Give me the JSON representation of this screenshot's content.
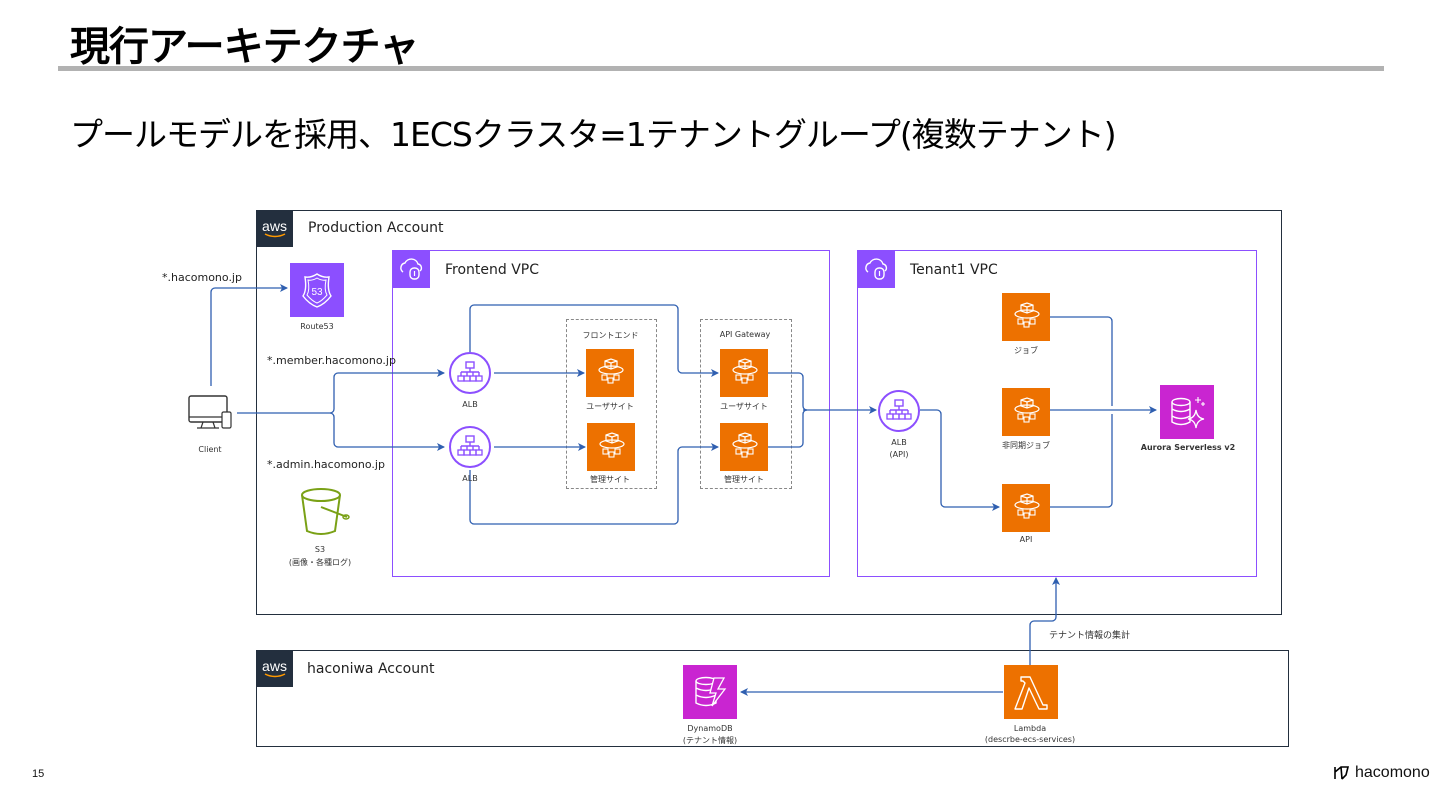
{
  "slide": {
    "title": "現行アーキテクチャ",
    "subtitle": "プールモデルを採用、1ECSクラスタ=1テナントグループ(複数テナント)",
    "page_number": "15",
    "brand": "hacomono"
  },
  "colors": {
    "account_border": "#232f3e",
    "vpc_purple": "#8c4fff",
    "ecs_orange": "#ed7100",
    "database_magenta": "#c925d1",
    "route53_purple": "#8c4fff",
    "s3_green": "#7aa116",
    "arrow_blue": "#2f5fb0"
  },
  "external": {
    "client_label": "Client",
    "domains": [
      "*.hacomono.jp",
      "*.member.hacomono.jp",
      "*.admin.hacomono.jp"
    ]
  },
  "production_account": {
    "label": "Production Account",
    "badge": "aws",
    "route53": {
      "label": "Route53",
      "glyph": "53"
    },
    "s3": {
      "label": "S3",
      "sublabel": "(画像・各種ログ)"
    },
    "frontend_vpc": {
      "label": "Frontend VPC",
      "albs": [
        {
          "label": "ALB"
        },
        {
          "label": "ALB"
        }
      ],
      "frontend_group": {
        "label": "フロントエンド",
        "services": [
          "ユーザサイト",
          "管理サイト"
        ]
      },
      "api_gateway_group": {
        "label": "API Gateway",
        "services": [
          "ユーザサイト",
          "管理サイト"
        ]
      }
    },
    "tenant_vpc": {
      "label": "Tenant1 VPC",
      "alb": {
        "label": "ALB",
        "sublabel": "(API)"
      },
      "services": [
        "ジョブ",
        "非同期ジョブ",
        "API"
      ],
      "database": {
        "label": "Aurora Serverless v2"
      }
    }
  },
  "haconiwa_account": {
    "label": "haconiwa Account",
    "badge": "aws",
    "dynamodb": {
      "label": "DynamoDB",
      "sublabel": "(テナント情報)"
    },
    "lambda": {
      "label": "Lambda",
      "sublabel": "(descrbe-ecs-services)"
    },
    "edge_label": "テナント情報の集計"
  }
}
